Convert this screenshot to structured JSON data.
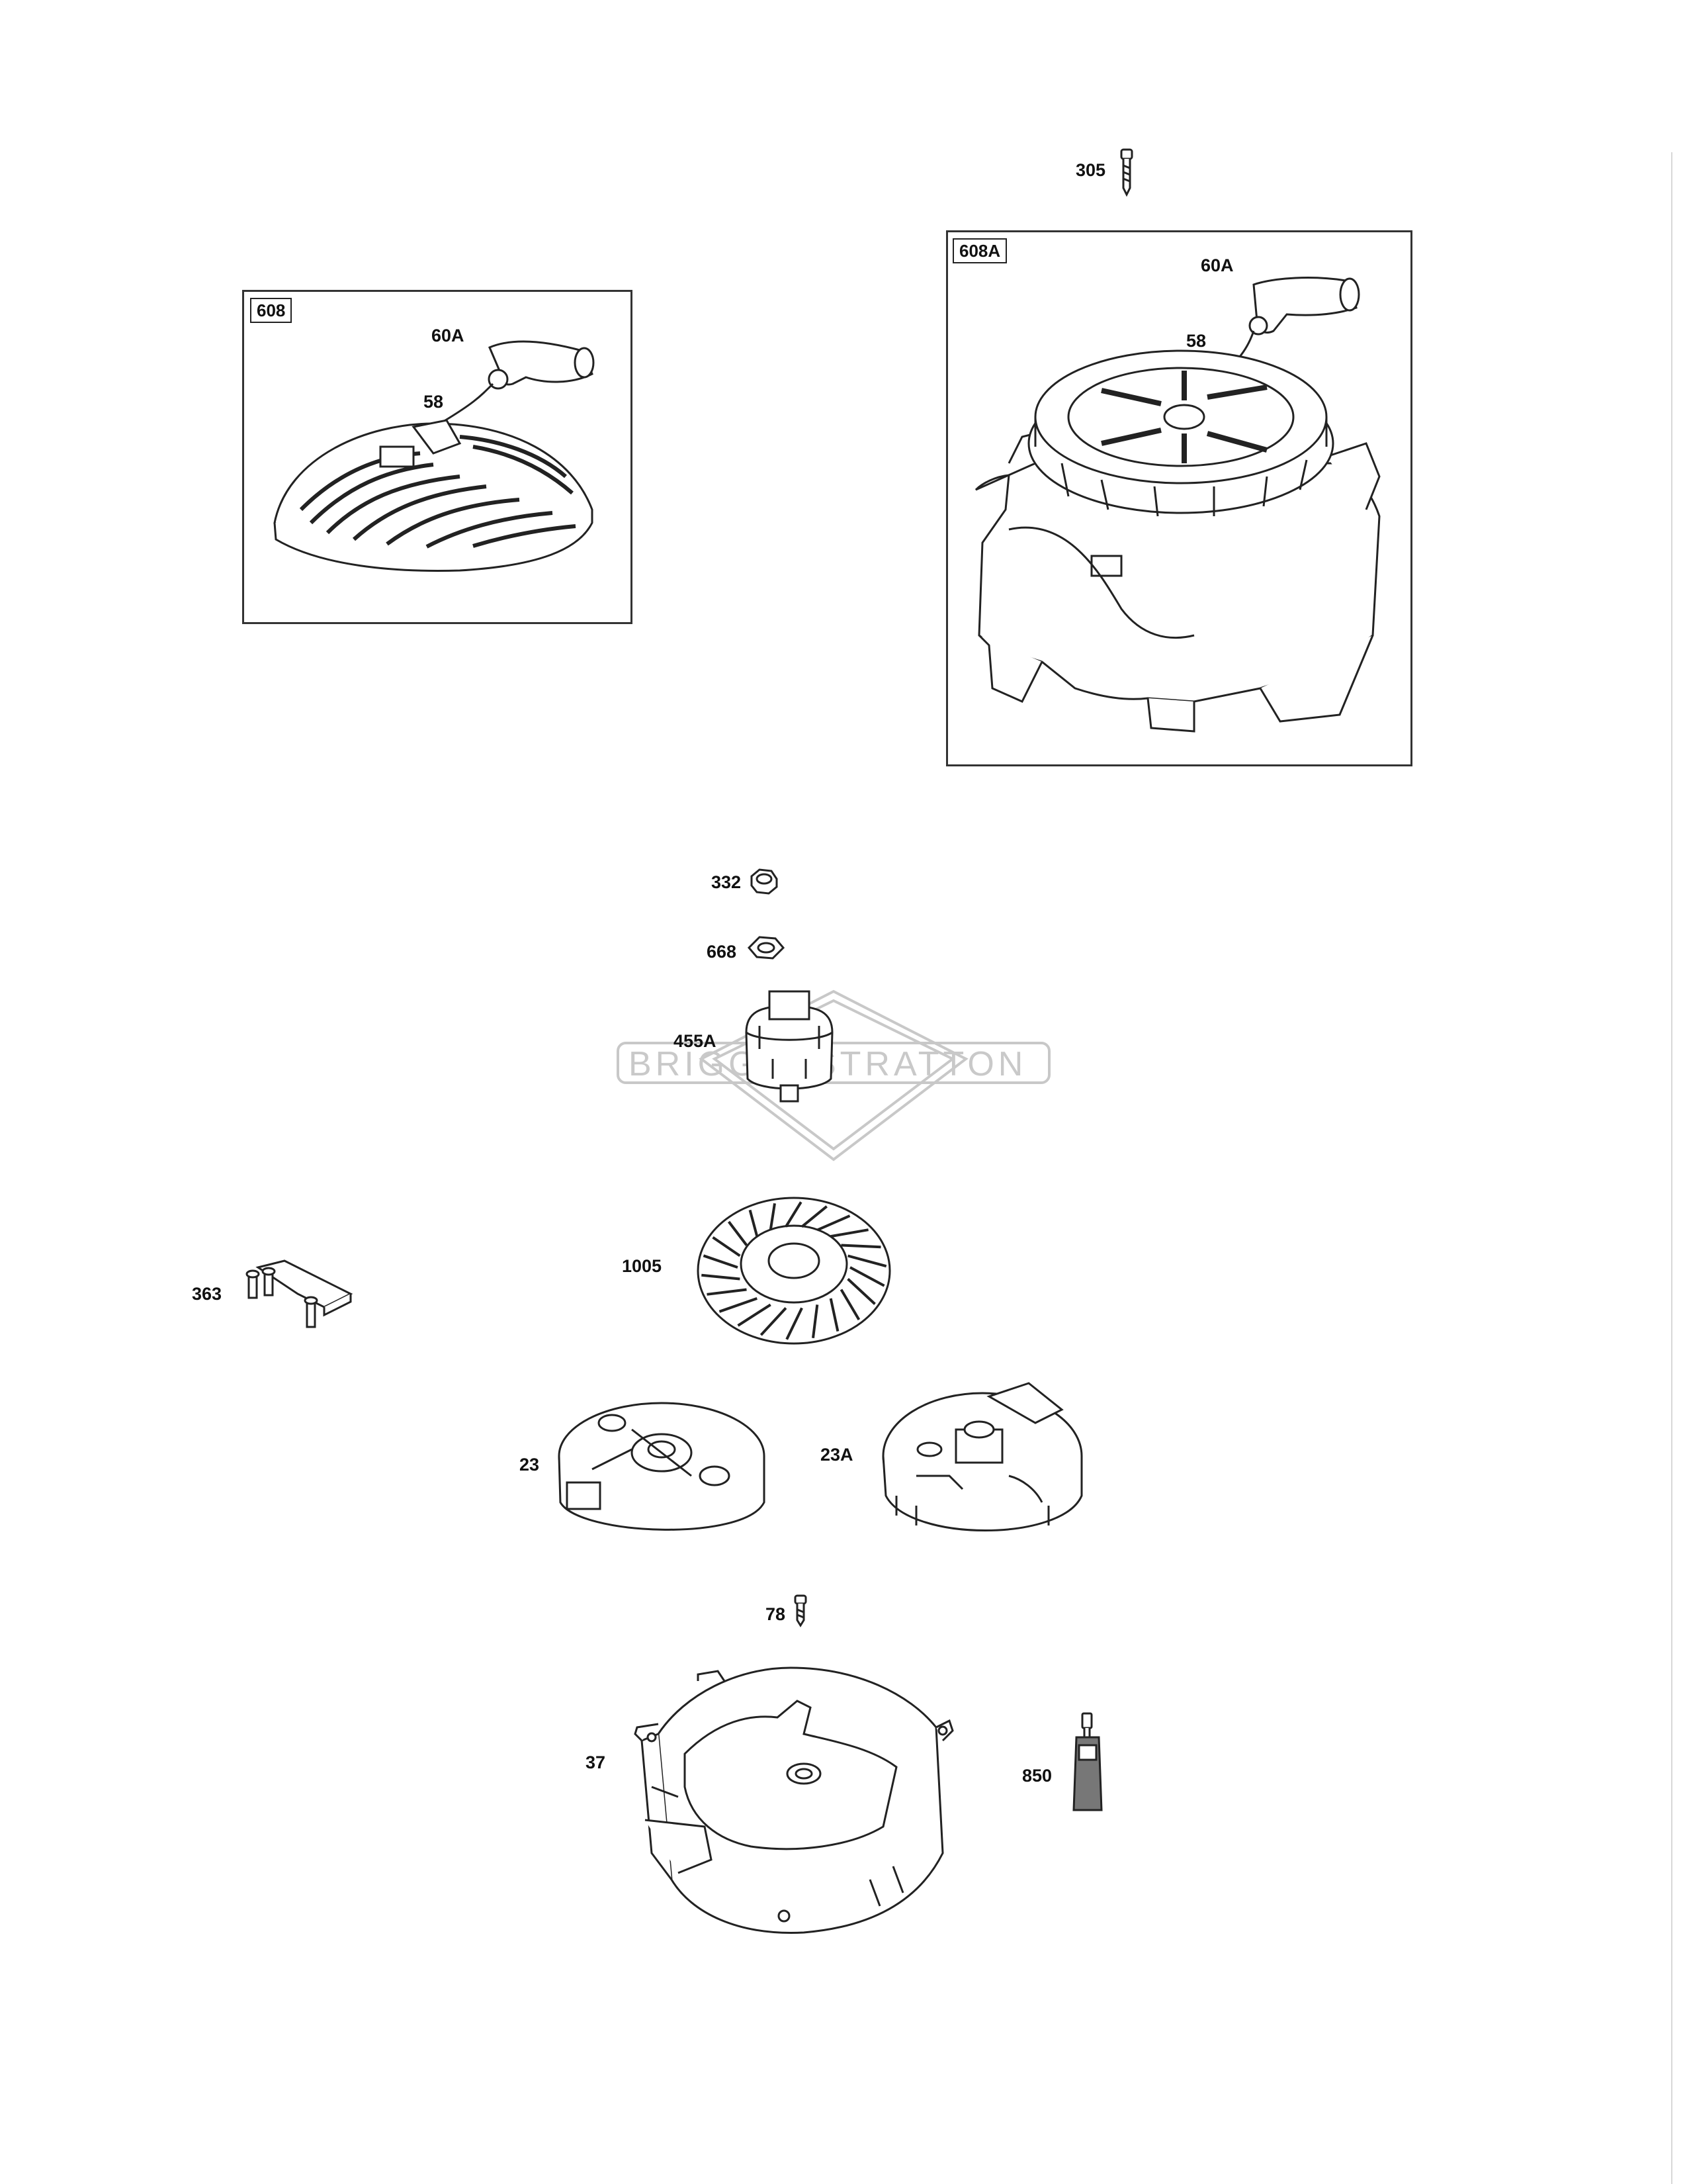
{
  "diagram": {
    "groups": [
      {
        "id": "608",
        "label": "608",
        "callouts": [
          "60A",
          "58"
        ]
      },
      {
        "id": "608A",
        "label": "608A",
        "callouts": [
          "60A",
          "58"
        ]
      }
    ],
    "parts": {
      "p305": "305",
      "p332": "332",
      "p668": "668",
      "p455A": "455A",
      "p1005": "1005",
      "p363": "363",
      "p23": "23",
      "p23A": "23A",
      "p78": "78",
      "p37": "37",
      "p850": "850"
    },
    "watermark": "BRIGGS&STRATTON"
  }
}
